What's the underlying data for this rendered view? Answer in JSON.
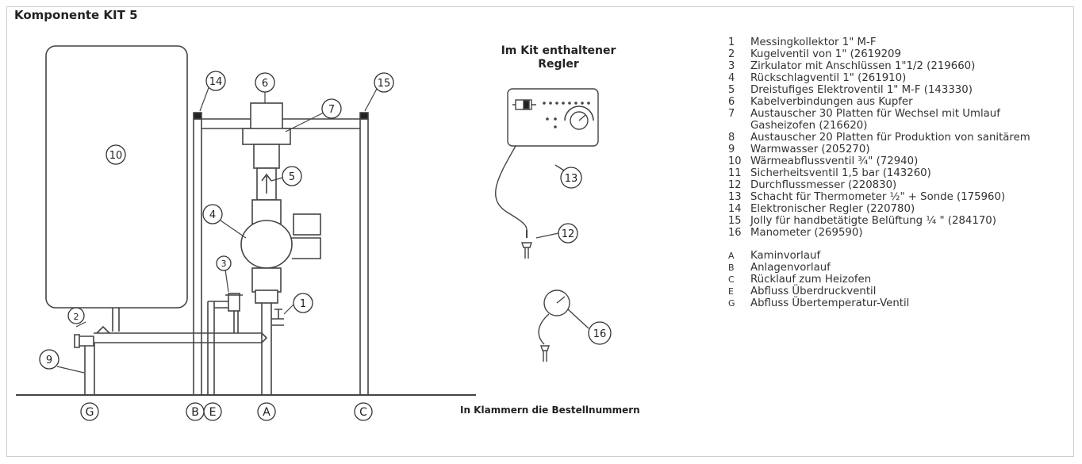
{
  "header": {
    "title": "Komponente KIT 5"
  },
  "kit": {
    "title_line1": "Im Kit enthaltener",
    "title_line2": "Regler"
  },
  "note": "In Klammern die Bestellnummern",
  "callouts": [
    "1",
    "2",
    "3",
    "4",
    "5",
    "6",
    "7",
    "9",
    "10",
    "12",
    "13",
    "14",
    "15",
    "16"
  ],
  "ground_labels": [
    "G",
    "B",
    "E",
    "A",
    "C"
  ],
  "legend": {
    "items": [
      {
        "key": "1",
        "text": "Messingkollektor 1\" M-F"
      },
      {
        "key": "2",
        "text": "Kugelventil von 1\" (2619209"
      },
      {
        "key": "3",
        "text": "Zirkulator mit Anschlüssen 1\"1/2 (219660)"
      },
      {
        "key": "4",
        "text": "Rückschlagventil 1\" (261910)"
      },
      {
        "key": "5",
        "text": "Dreistufiges Elektroventil 1\" M-F (143330)"
      },
      {
        "key": "6",
        "text": "Kabelverbindungen aus Kupfer"
      },
      {
        "key": "7",
        "text": "Austauscher 30 Platten für Wechsel mit Umlauf",
        "text2": "Gasheizofen (216620)"
      },
      {
        "key": "8",
        "text": "Austauscher 20 Platten für Produktion von sanitärem"
      },
      {
        "key": "9",
        "text": "Warmwasser (205270)"
      },
      {
        "key": "10",
        "text": "Wärmeabflussventil ¾\" (72940)"
      },
      {
        "key": "11",
        "text": "Sicherheitsventil 1,5 bar (143260)"
      },
      {
        "key": "12",
        "text": "Durchflussmesser (220830)"
      },
      {
        "key": "13",
        "text": "Schacht für Thermometer ½\" + Sonde (175960)"
      },
      {
        "key": "14",
        "text": "Elektronischer Regler (220780)"
      },
      {
        "key": "15",
        "text": "Jolly für handbetätigte Belüftung ¼ \" (284170)"
      },
      {
        "key": "16",
        "text": "Manometer (269590)"
      }
    ],
    "letters": [
      {
        "key": "A",
        "text": "Kaminvorlauf"
      },
      {
        "key": "B",
        "text": "Anlagenvorlauf"
      },
      {
        "key": "C",
        "text": "Rücklauf zum Heizofen"
      },
      {
        "key": "E",
        "text": "Abfluss Überdruckventil"
      },
      {
        "key": "G",
        "text": "Abfluss Übertemperatur-Ventil"
      }
    ]
  }
}
